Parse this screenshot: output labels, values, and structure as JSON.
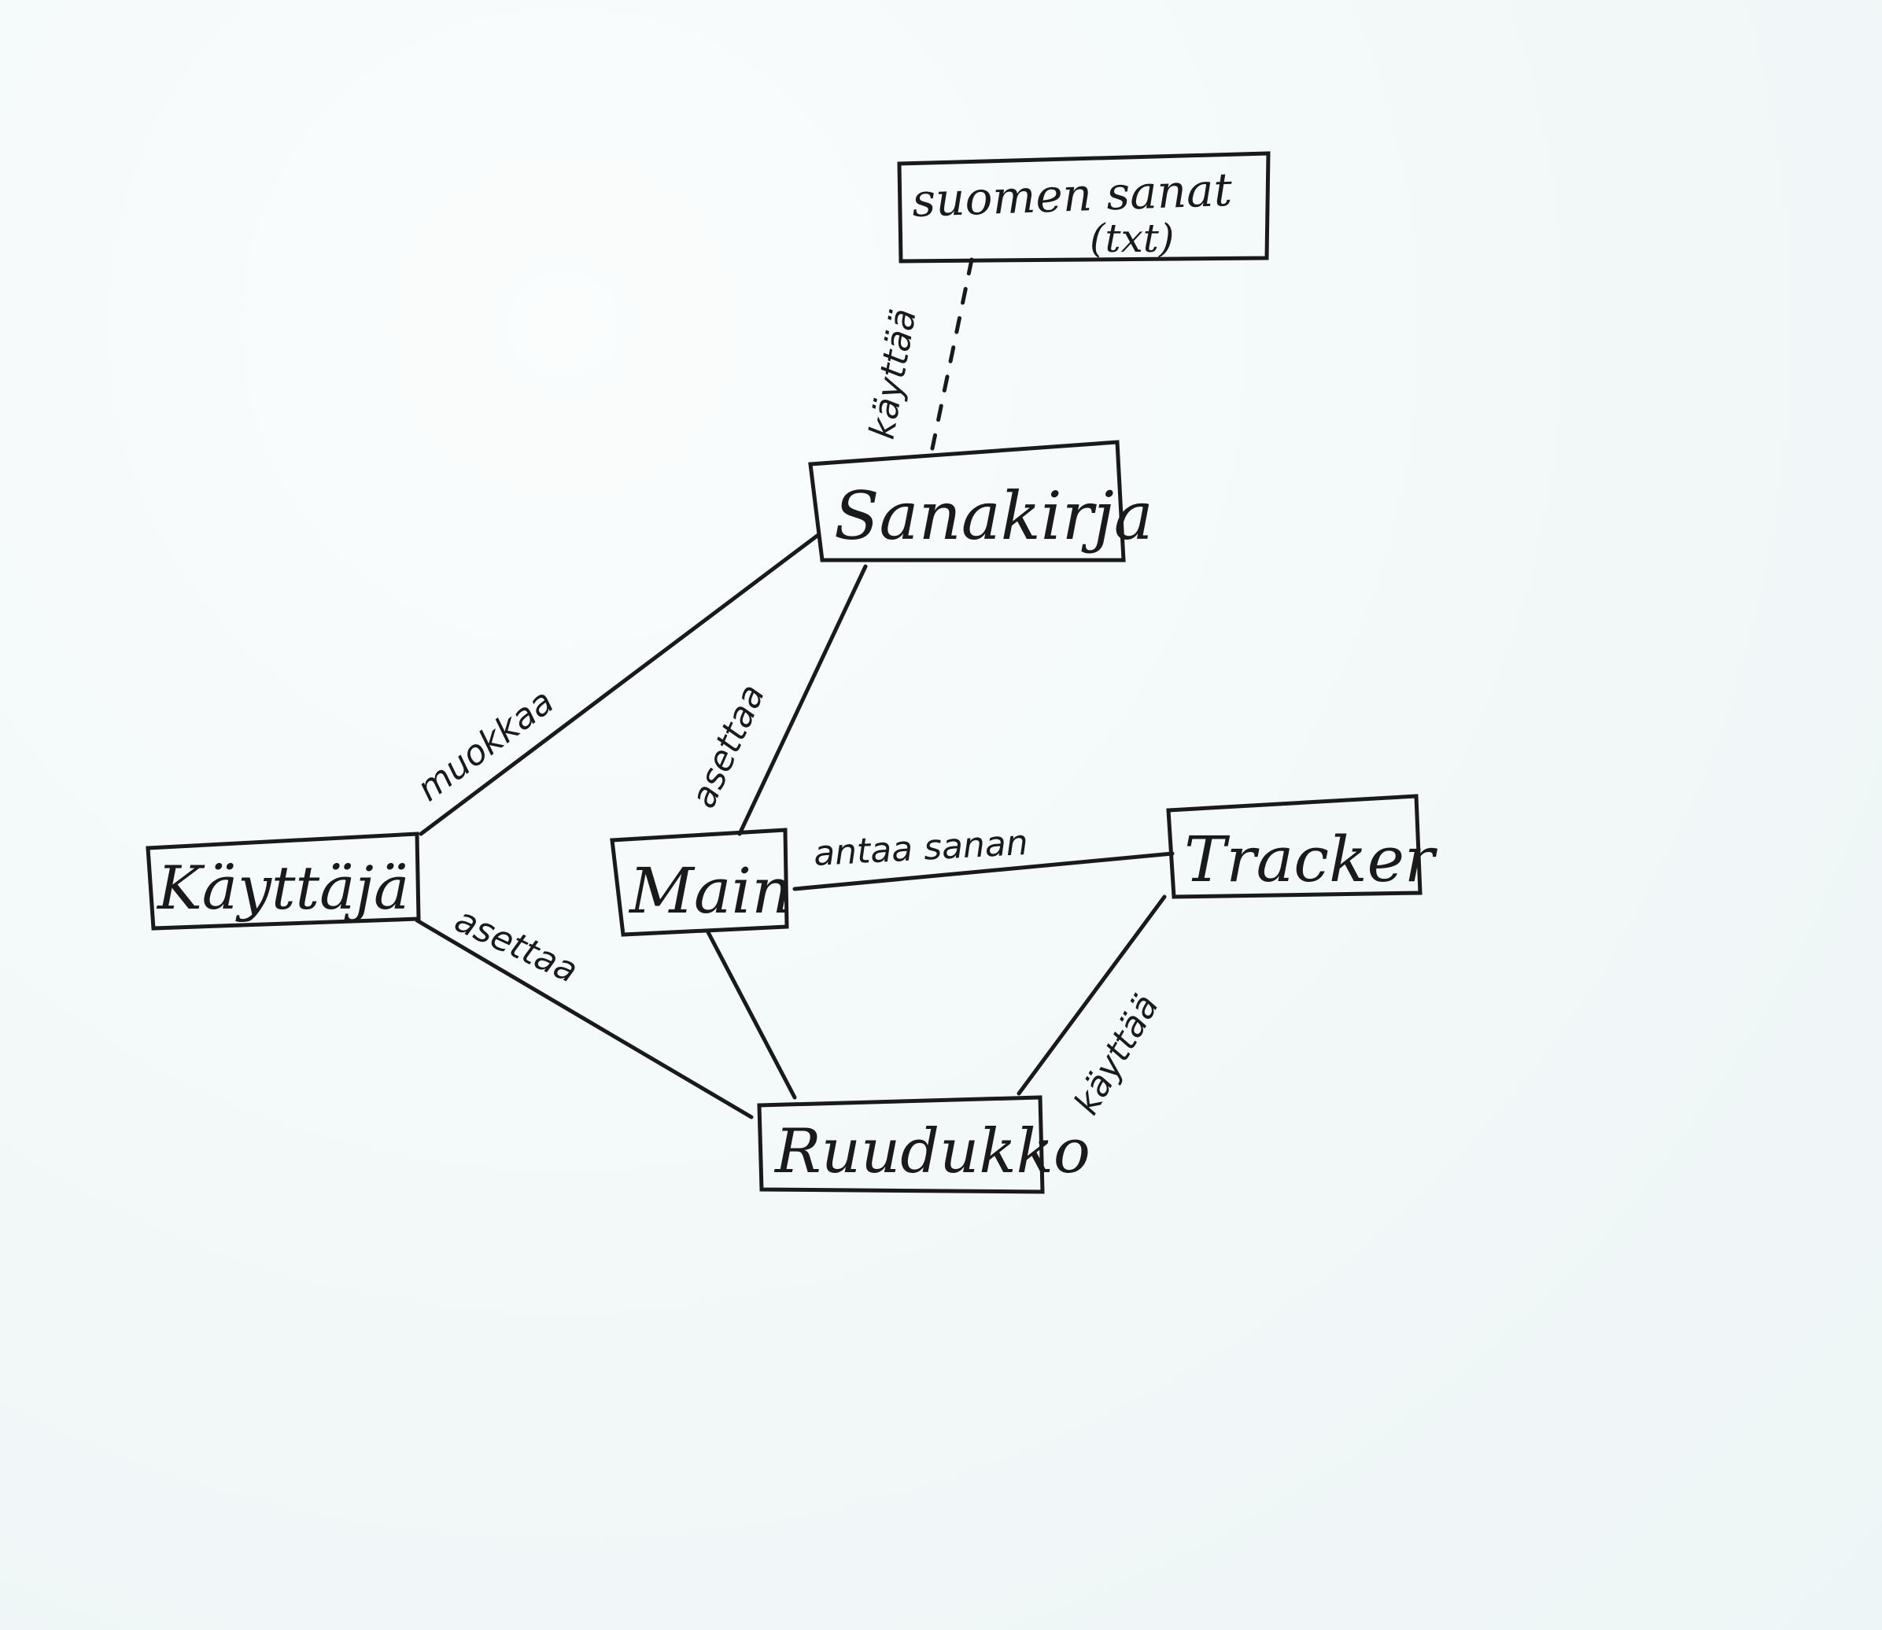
{
  "diagram": {
    "nodes": {
      "suomen_sanat": {
        "line1": "suomen sanat",
        "line2": "(txt)"
      },
      "sanakirja": {
        "label": "Sanakirja"
      },
      "kayttaja": {
        "label": "Käyttäjä"
      },
      "main": {
        "label": "Main"
      },
      "tracker": {
        "label": "Tracker"
      },
      "ruudukko": {
        "label": "Ruudukko"
      }
    },
    "edges": {
      "sanakirja_suomen": {
        "label": "käyttää",
        "style": "dashed"
      },
      "kayttaja_sanakirja": {
        "label": "muokkaa"
      },
      "sanakirja_main": {
        "label": "asettaa"
      },
      "main_tracker": {
        "label": "antaa sanan"
      },
      "kayttaja_ruudukko": {
        "label": "asettaa"
      },
      "main_ruudukko": {
        "label": ""
      },
      "tracker_ruudukko": {
        "label": "käyttää"
      }
    }
  }
}
